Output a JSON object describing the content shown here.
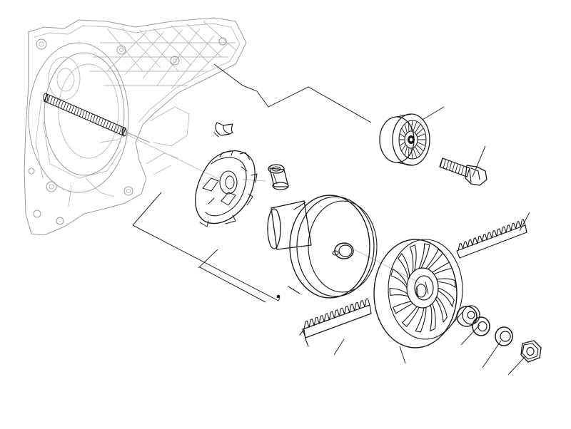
{
  "diagram": {
    "type": "exploded-parts-view",
    "subject": "variator-drive-assembly",
    "colors": {
      "ink": "#1a1a1a",
      "casing_line": "#9a9a9a",
      "paper": "#ffffff"
    },
    "parts": [
      {
        "id": "crankcase",
        "icon": "crankcase-housing-icon"
      },
      {
        "id": "splined-shaft",
        "icon": "splined-shaft-icon"
      },
      {
        "id": "half-moon-key",
        "icon": "key-clip-icon"
      },
      {
        "id": "ramp-plate",
        "icon": "ramp-plate-icon"
      },
      {
        "id": "bushing",
        "icon": "bushing-icon"
      },
      {
        "id": "movable-half-pulley",
        "icon": "pulley-icon"
      },
      {
        "id": "idler-roller",
        "icon": "roller-bearing-icon"
      },
      {
        "id": "roller-bolt",
        "icon": "bolt-icon"
      },
      {
        "id": "drive-belt",
        "icon": "toothed-belt-icon"
      },
      {
        "id": "fixed-half-pulley-fan",
        "icon": "fan-pulley-icon"
      },
      {
        "id": "thrust-washer",
        "icon": "washer-icon"
      },
      {
        "id": "flat-washer",
        "icon": "washer-icon"
      },
      {
        "id": "spring-washer",
        "icon": "washer-icon"
      },
      {
        "id": "hex-nut",
        "icon": "hex-nut-icon"
      }
    ]
  }
}
